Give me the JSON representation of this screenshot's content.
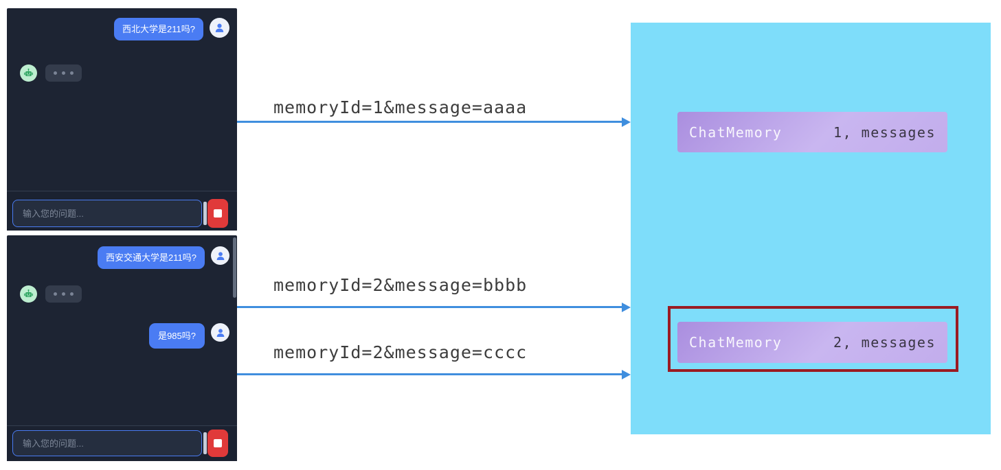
{
  "colors": {
    "chat_bg": "#1d2433",
    "user_bubble": "#4a7cf3",
    "bot_avatar_bg": "#bdeed0",
    "bot_icon": "#2aa35e",
    "stop_button": "#e03a3a",
    "input_border": "#4a7cf3",
    "arrow": "#3f8ede",
    "panel_bg": "#7eddfa",
    "memory_box_gradient_start": "#aa8edf",
    "memory_box_gradient_end": "#c9b6f0",
    "highlight_border": "#9b1b22",
    "label_text": "#3d3d3d"
  },
  "chat_windows": [
    {
      "user_messages": [
        "西北大学是211吗?"
      ],
      "bot_typing": true,
      "input": {
        "value": "",
        "placeholder": "输入您的问题..."
      }
    },
    {
      "user_messages": [
        "西安交通大学是211吗?",
        "是985吗?"
      ],
      "bot_typing": true,
      "input": {
        "value": "",
        "placeholder": "输入您的问题..."
      }
    }
  ],
  "arrows": [
    {
      "label": "memoryId=1&message=aaaa"
    },
    {
      "label": "memoryId=2&message=bbbb"
    },
    {
      "label": "memoryId=2&message=cccc"
    }
  ],
  "memory_panel": {
    "boxes": [
      {
        "title": "ChatMemory",
        "value": "1, messages",
        "highlighted": false
      },
      {
        "title": "ChatMemory",
        "value": "2, messages",
        "highlighted": true
      }
    ]
  }
}
